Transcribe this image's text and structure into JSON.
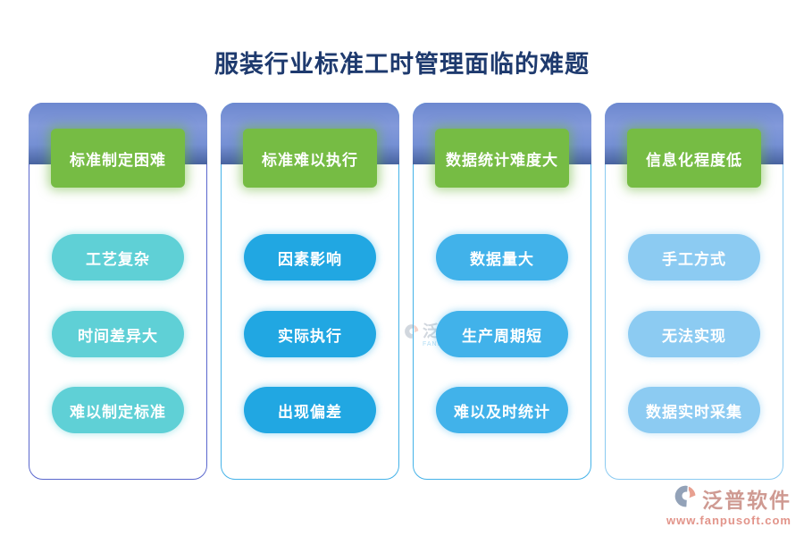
{
  "title": "服装行业标准工时管理面临的难题",
  "columns": [
    {
      "header": "标准制定困难",
      "items": [
        "工艺复杂",
        "时间差异大",
        "难以制定标准"
      ]
    },
    {
      "header": "标准难以执行",
      "items": [
        "因素影响",
        "实际执行",
        "出现偏差"
      ]
    },
    {
      "header": "数据统计难度大",
      "items": [
        "数据量大",
        "生产周期短",
        "难以及时统计"
      ]
    },
    {
      "header": "信息化程度低",
      "items": [
        "手工方式",
        "无法实现",
        "数据实时采集"
      ]
    }
  ],
  "colors": {
    "title_text": "#1e3a6e",
    "header_gradient_top": "#7b93d6",
    "header_gradient_bottom": "#48639f",
    "category_green": "#76bc44",
    "column_pills": [
      "#5fd0d6",
      "#21a7e2",
      "#41b2ea",
      "#8ccbf2"
    ],
    "card_borders": [
      "#5a67cd",
      "#44b2e8",
      "#44b2e8",
      "#8acaf1"
    ],
    "brand_salmon": "#e2948a"
  },
  "watermark": {
    "text": "泛普软件",
    "subtext": "FANPU SOFT"
  },
  "footer": {
    "brand": "泛普软件",
    "url": "www.fanpusoft.com"
  }
}
